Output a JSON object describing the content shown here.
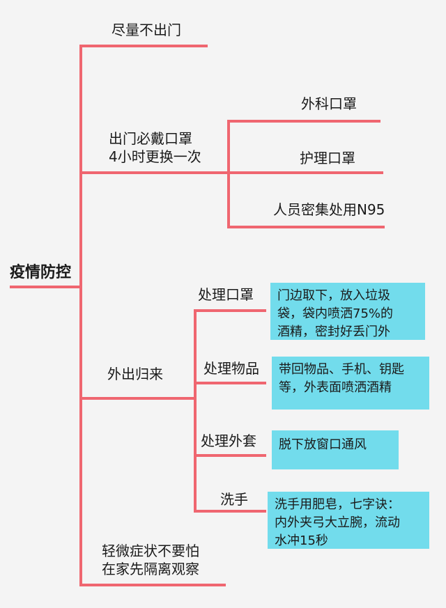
{
  "root": {
    "label": "疫情防控"
  },
  "branches": {
    "stay_home": "尽量不出门",
    "mask": {
      "label": "出门必戴口罩\n4小时更换一次",
      "items": [
        "外科口罩",
        "护理口罩",
        "人员密集处用N95"
      ]
    },
    "return_home": {
      "label": "外出归来",
      "items": [
        {
          "label": "处理口罩",
          "note": "门边取下，放入垃圾\n袋，袋内喷洒75%的\n酒精，密封好丢门外"
        },
        {
          "label": "处理物品",
          "note": "带回物品、手机、钥匙\n等，外表面喷洒酒精"
        },
        {
          "label": "处理外套",
          "note": "脱下放窗口通风"
        },
        {
          "label": "洗手",
          "note": "洗手用肥皂，七字诀：\n内外夹弓大立腕，流动\n水冲15秒"
        }
      ]
    },
    "mild": "轻微症状不要怕\n在家先隔离观察"
  },
  "colors": {
    "line": "#ef6670",
    "box": "#72dcec",
    "background": "#f4f4f4"
  }
}
